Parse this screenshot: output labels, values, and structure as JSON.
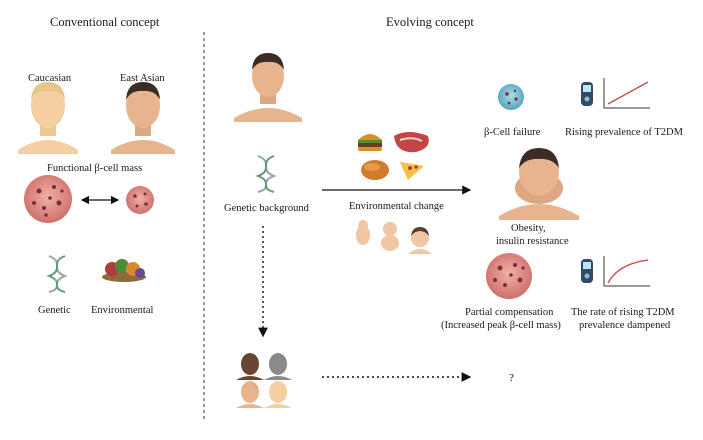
{
  "headers": {
    "left": "Conventional concept",
    "right": "Evolving concept"
  },
  "left_panel": {
    "caucasian": "Caucasian",
    "east_asian": "East Asian",
    "beta_cell_mass": "Functional β-cell mass",
    "genetic": "Genetic",
    "environmental": "Environmental"
  },
  "right_panel": {
    "genetic_background": "Genetic background",
    "environmental_change": "Environmental change",
    "beta_cell_failure": "β-Cell failure",
    "rising_prevalence": "Rising prevalence of T2DM",
    "obesity_line1": "Obesity,",
    "obesity_line2": "insulin resistance",
    "partial_comp_line1": "Partial compensation",
    "partial_comp_line2": "(Increased peak β-cell mass)",
    "rate_line1": "The rate of rising T2DM",
    "rate_line2": "prevalence dampened",
    "question": "?"
  },
  "colors": {
    "islet": "#d98a84",
    "islet_dark": "#7a2f3a",
    "skin_light": "#f3cfa2",
    "skin_medium": "#e7b48e",
    "hair_dark": "#3b2c25",
    "cell_blue": "#6fb6c9"
  }
}
